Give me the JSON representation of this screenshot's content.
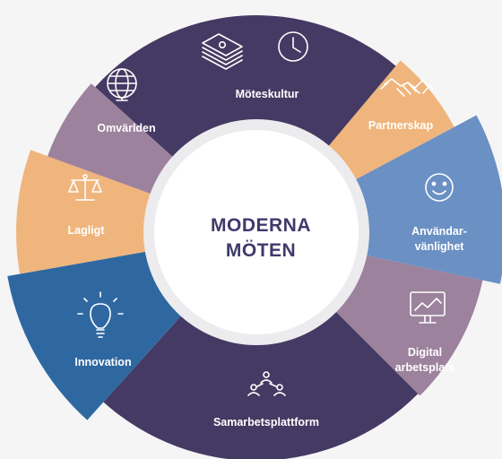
{
  "center": {
    "line1": "MODERNA",
    "line2": "MÖTEN"
  },
  "segments": [
    {
      "id": "moteskultur",
      "label_lines": [
        "Möteskultur"
      ],
      "color": "#453a63",
      "icons": [
        "money-stack-icon",
        "clock-icon"
      ]
    },
    {
      "id": "partnerskap",
      "label_lines": [
        "Partnerskap"
      ],
      "color": "#f0b57c",
      "icons": [
        "handshake-icon"
      ]
    },
    {
      "id": "anvandarvanlighet",
      "label_lines": [
        "Användar-",
        "vänlighet"
      ],
      "color": "#6b90c4",
      "icons": [
        "smiley-icon"
      ]
    },
    {
      "id": "digital-arbetsplats",
      "label_lines": [
        "Digital",
        "arbetsplats"
      ],
      "color": "#9c829d",
      "icons": [
        "monitor-chart-icon"
      ]
    },
    {
      "id": "samarbetsplattform",
      "label_lines": [
        "Samarbetsplattform"
      ],
      "color": "#453a63",
      "icons": [
        "people-network-icon"
      ]
    },
    {
      "id": "innovation",
      "label_lines": [
        "Innovation"
      ],
      "color": "#2f68a1",
      "icons": [
        "lightbulb-icon"
      ]
    },
    {
      "id": "lagligt",
      "label_lines": [
        "Lagligt"
      ],
      "color": "#f0b57c",
      "icons": [
        "scales-icon"
      ]
    },
    {
      "id": "omvarlden",
      "label_lines": [
        "Omvärlden"
      ],
      "color": "#9c829d",
      "icons": [
        "globe-icon"
      ]
    }
  ],
  "colors": {
    "ring": "#ececee",
    "hub": "#ffffff",
    "center_text": "#3f3a6b",
    "background": "#f5f5f6"
  }
}
